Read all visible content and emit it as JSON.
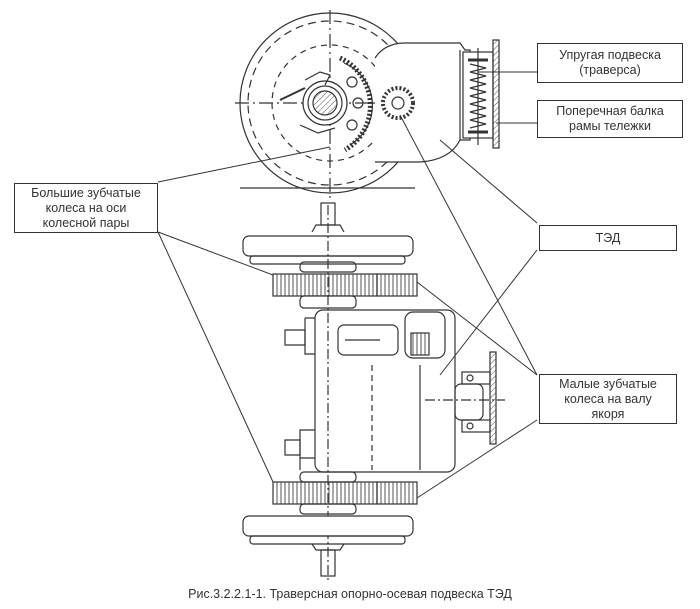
{
  "figure": {
    "caption": "Рис.3.2.2.1-1. Траверсная опорно-осевая подвеска ТЭД",
    "labels": {
      "elastic_suspension": {
        "line1": "Упругая подвеска",
        "line2": "(траверса)"
      },
      "cross_beam": {
        "line1": "Поперечная балка",
        "line2": "рамы тележки"
      },
      "large_gears": {
        "line1": "Большие зубчатые",
        "line2": "колеса на оси",
        "line3": "колесной пары"
      },
      "ted": {
        "line1": "ТЭД"
      },
      "small_gears": {
        "line1": "Малые зубчатые",
        "line2": "колеса на валу",
        "line3": "якоря"
      }
    }
  },
  "colors": {
    "line": "#333333",
    "hatch": "#555555",
    "background": "#ffffff"
  }
}
